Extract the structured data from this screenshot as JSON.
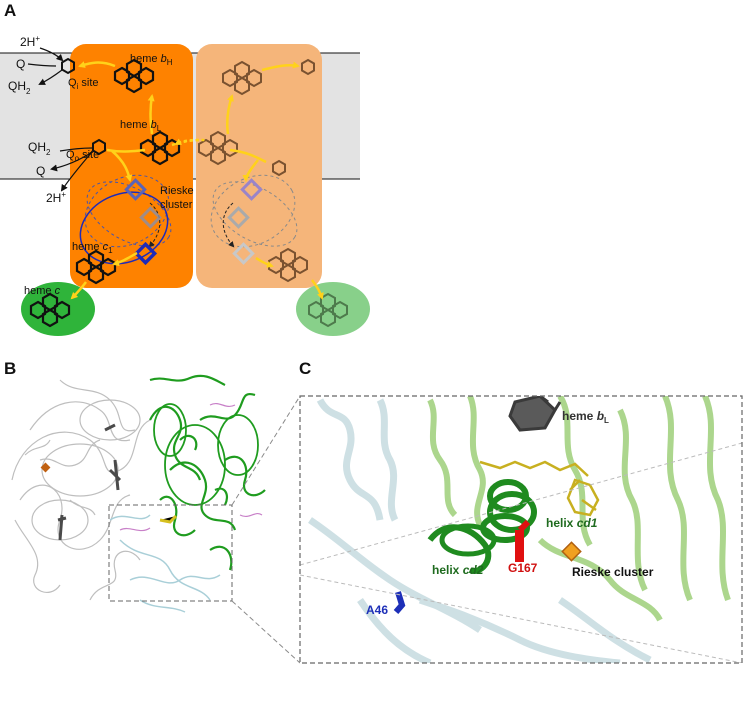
{
  "panels": {
    "a": {
      "letter": "A"
    },
    "b": {
      "letter": "B"
    },
    "c": {
      "letter": "C"
    }
  },
  "panel_a": {
    "proton_in": "2H",
    "proton_out": "2H",
    "proton_sup": "+",
    "q_top": "Q",
    "qh2_top": "QH",
    "qh2_top_sub": "2",
    "qh2_mid": "QH",
    "qh2_mid_sub": "2",
    "q_mid": "Q",
    "qi_site": "Q",
    "qi_site_sub": "i",
    "qi_site_suffix": " site",
    "qo_site": "Q",
    "qo_site_sub": "o",
    "qo_site_suffix": " site",
    "heme_bh_prefix": "heme ",
    "heme_bh_italic": "b",
    "heme_bh_sub": "H",
    "heme_bl_prefix": "heme ",
    "heme_bl_italic": "b",
    "heme_bl_sub": "L",
    "rieske_line1": "Rieske",
    "rieske_line2": "cluster",
    "heme_c1_prefix": "heme ",
    "heme_c1_italic": "c",
    "heme_c1_sub": "1",
    "heme_c_prefix": "heme ",
    "heme_c_italic": "c"
  },
  "panel_c": {
    "heme_bl_prefix": "heme ",
    "heme_bl_italic": "b",
    "heme_bl_sub": "L",
    "helix_cd1_prefix": "helix ",
    "helix_cd1_italic": "cd1",
    "helix_cd2_prefix": "helix ",
    "helix_cd2_italic": "cd2",
    "g167": "G167",
    "rieske": "Rieske cluster",
    "a46": "A46"
  },
  "colors": {
    "membrane": "#e3e3e3",
    "monomer_dark": "#fe8200",
    "monomer_light": "#f5b57a",
    "heme_c_dark": "#2fb43a",
    "heme_c_light": "#88d08a",
    "arrow": "#ffd21a",
    "rieske": "#1f2bb8",
    "helix_green": "#1f8b1f",
    "pale_green": "#9ed07a",
    "pale_blue": "#c9dde2",
    "highlight_red": "#e01010"
  }
}
